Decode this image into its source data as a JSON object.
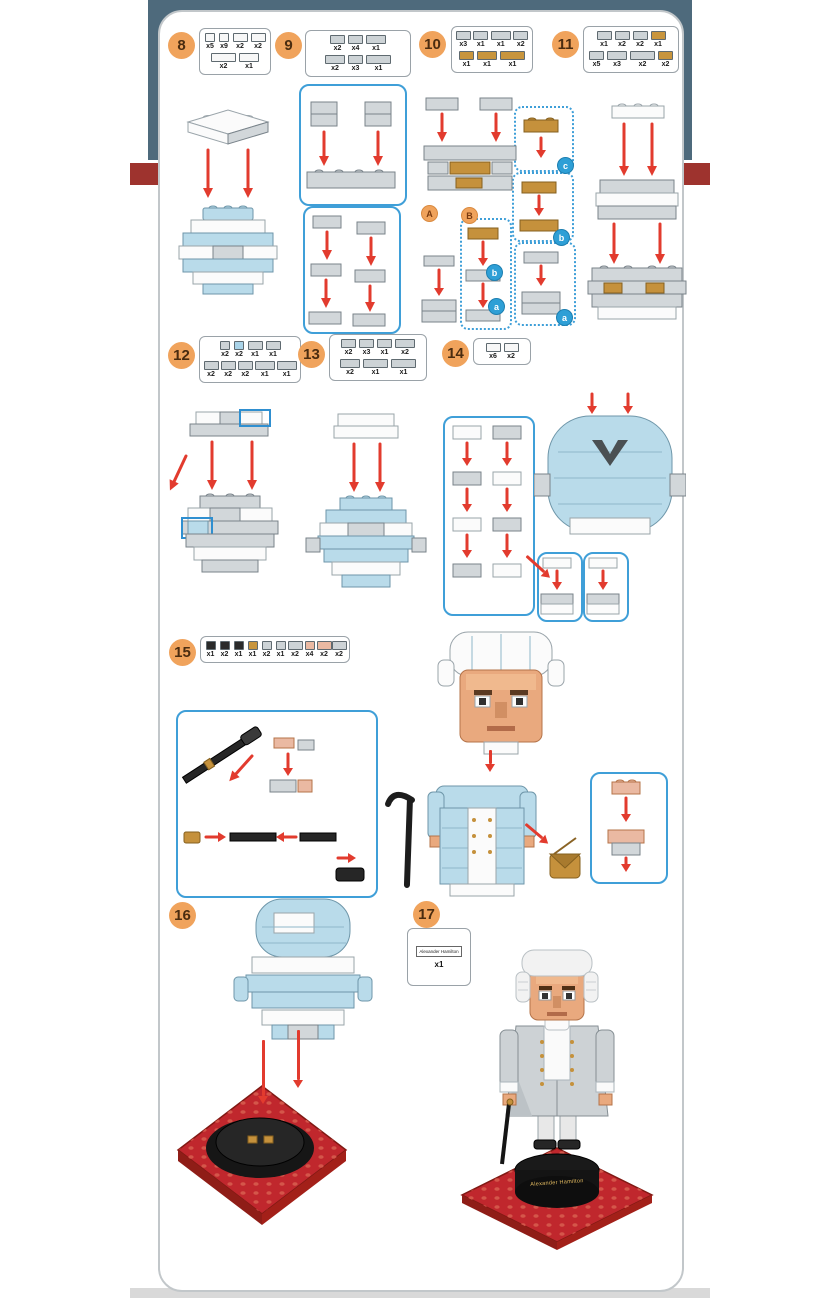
{
  "figure_name": "Alexander Hamilton",
  "palette": {
    "header_band": "#4e6a7c",
    "side_accent_red": "#9e332e",
    "step_badge_orange": "#f0a35c",
    "arrow_red": "#e23b2e",
    "frame_blue": "#3f9fd8",
    "baseplate_red": "#c0272d",
    "gold": "#c5913c"
  },
  "markers": {
    "A": "A",
    "B": "B",
    "a": "a",
    "b": "b",
    "c": "c"
  },
  "steps": {
    "s8": {
      "number": "8",
      "parts": [
        [
          {
            "q": "x5",
            "c": "white",
            "s": 1
          },
          {
            "q": "x9",
            "c": "white",
            "s": 1
          },
          {
            "q": "x2",
            "c": "white",
            "s": 2
          },
          {
            "q": "x2",
            "c": "white",
            "s": 2
          }
        ],
        [
          {
            "q": "x2",
            "c": "white",
            "s": 4
          },
          {
            "q": "x1",
            "c": "white",
            "s": 3
          }
        ]
      ]
    },
    "s9": {
      "number": "9",
      "parts": [
        [
          {
            "q": "x2",
            "c": "gray",
            "s": 2
          },
          {
            "q": "x4",
            "c": "gray",
            "s": 2
          },
          {
            "q": "x1",
            "c": "gray",
            "s": 3
          }
        ],
        [
          {
            "q": "x2",
            "c": "gray",
            "s": 3
          },
          {
            "q": "x3",
            "c": "gray",
            "s": 2
          },
          {
            "q": "x1",
            "c": "gray",
            "s": 4
          }
        ]
      ]
    },
    "s10": {
      "number": "10",
      "parts": [
        [
          {
            "q": "x3",
            "c": "gray",
            "s": 2
          },
          {
            "q": "x1",
            "c": "gray",
            "s": 2
          },
          {
            "q": "x1",
            "c": "gray",
            "s": 3
          },
          {
            "q": "x2",
            "c": "gray",
            "s": 2
          }
        ],
        [
          {
            "q": "x1",
            "c": "gold",
            "s": 2
          },
          {
            "q": "x1",
            "c": "gold",
            "s": 3
          },
          {
            "q": "x1",
            "c": "gold",
            "s": 4
          }
        ]
      ]
    },
    "s11": {
      "number": "11",
      "parts": [
        [
          {
            "q": "x1",
            "c": "gray",
            "s": 2
          },
          {
            "q": "x2",
            "c": "gray",
            "s": 2
          },
          {
            "q": "x2",
            "c": "gray",
            "s": 2
          },
          {
            "q": "x1",
            "c": "gold",
            "s": 2
          }
        ],
        [
          {
            "q": "x5",
            "c": "gray",
            "s": 2
          },
          {
            "q": "x3",
            "c": "gray",
            "s": 3
          },
          {
            "q": "x2",
            "c": "gray",
            "s": 4
          },
          {
            "q": "x2",
            "c": "gold",
            "s": 2
          }
        ]
      ]
    },
    "s12": {
      "number": "12",
      "parts": [
        [
          {
            "q": "x2",
            "c": "gray",
            "s": 1
          },
          {
            "q": "x2",
            "c": "blue",
            "s": 1
          },
          {
            "q": "x1",
            "c": "gray",
            "s": 2
          },
          {
            "q": "x1",
            "c": "gray",
            "s": 2
          }
        ],
        [
          {
            "q": "x2",
            "c": "gray",
            "s": 2
          },
          {
            "q": "x2",
            "c": "gray",
            "s": 2
          },
          {
            "q": "x2",
            "c": "gray",
            "s": 2
          },
          {
            "q": "x1",
            "c": "gray",
            "s": 3
          },
          {
            "q": "x1",
            "c": "gray",
            "s": 3
          }
        ]
      ]
    },
    "s13": {
      "number": "13",
      "parts": [
        [
          {
            "q": "x2",
            "c": "gray",
            "s": 2
          },
          {
            "q": "x3",
            "c": "gray",
            "s": 2
          },
          {
            "q": "x1",
            "c": "gray",
            "s": 2
          },
          {
            "q": "x2",
            "c": "gray",
            "s": 3
          }
        ],
        [
          {
            "q": "x2",
            "c": "gray",
            "s": 3
          },
          {
            "q": "x1",
            "c": "gray",
            "s": 4
          },
          {
            "q": "x1",
            "c": "gray",
            "s": 4
          }
        ]
      ]
    },
    "s14": {
      "number": "14",
      "parts": [
        [
          {
            "q": "x6",
            "c": "white",
            "s": 2
          },
          {
            "q": "x2",
            "c": "white",
            "s": 2
          }
        ]
      ]
    },
    "s15": {
      "number": "15",
      "parts": [
        [
          {
            "q": "x1",
            "c": "black",
            "s": 1
          },
          {
            "q": "x2",
            "c": "black",
            "s": 1
          },
          {
            "q": "x1",
            "c": "black",
            "s": 1
          },
          {
            "q": "x1",
            "c": "gold",
            "s": 1
          },
          {
            "q": "x2",
            "c": "gray",
            "s": 1
          },
          {
            "q": "x1",
            "c": "gray",
            "s": 1
          },
          {
            "q": "x2",
            "c": "gray",
            "s": 2
          },
          {
            "q": "x4",
            "c": "pink",
            "s": 1
          },
          {
            "q": "x2",
            "c": "pink",
            "s": 2
          },
          {
            "q": "x2",
            "c": "gray",
            "s": 2
          }
        ]
      ]
    },
    "s16": {
      "number": "16"
    },
    "s17": {
      "number": "17",
      "nameplate": {
        "label": "Alexander Hamilton",
        "qty": "x1"
      }
    }
  }
}
